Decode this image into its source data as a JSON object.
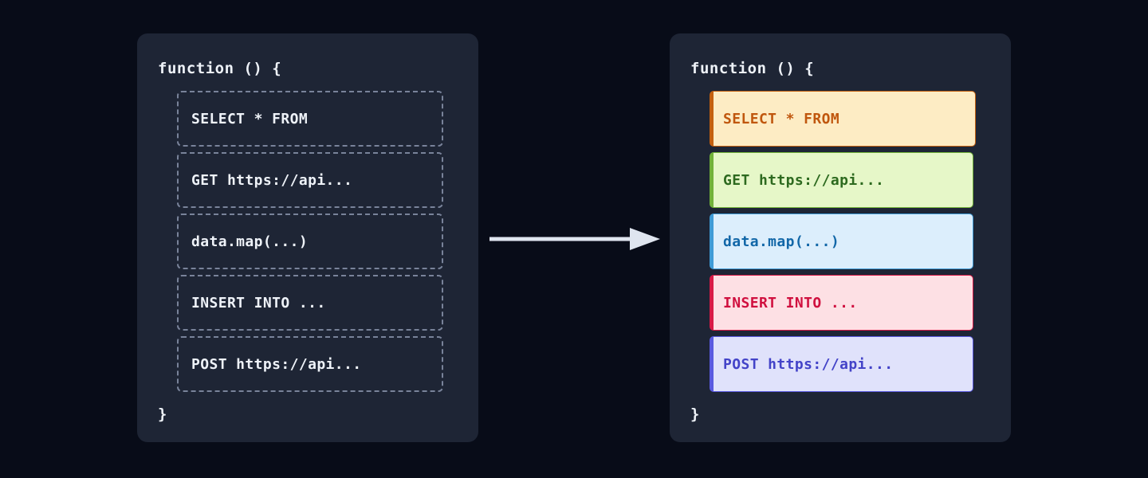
{
  "colors": {
    "page_background": "#080c18",
    "card_background": "#1e2535",
    "code_text": "#eef2f8",
    "dashed_border": "#79839a",
    "arrow": "#dfe5ef"
  },
  "left_panel": {
    "name": "plain-code-panel",
    "function_open": "function () {",
    "function_close": "}",
    "slots": [
      {
        "text": "SELECT * FROM"
      },
      {
        "text": "GET https://api..."
      },
      {
        "text": "data.map(...)"
      },
      {
        "text": "INSERT INTO ..."
      },
      {
        "text": "POST https://api..."
      }
    ]
  },
  "arrow": {
    "name": "transform-arrow",
    "direction": "right"
  },
  "right_panel": {
    "name": "highlighted-code-panel",
    "function_open": "function () {",
    "function_close": "}",
    "blocks": [
      {
        "text": "SELECT * FROM",
        "kind": "sql-select",
        "fill": "#fdecc4",
        "border": "#c4600f",
        "text_color": "#c0570e",
        "width": "wide"
      },
      {
        "text": "GET https://api...",
        "kind": "http-get",
        "fill": "#e6f7c8",
        "border": "#72b23a",
        "text_color": "#2d6a1f",
        "width": "narrow"
      },
      {
        "text": "data.map(...)",
        "kind": "js-transform",
        "fill": "#dceefc",
        "border": "#3f9bd6",
        "text_color": "#1267a8",
        "width": "narrow"
      },
      {
        "text": "INSERT INTO ...",
        "kind": "sql-insert",
        "fill": "#fde0e4",
        "border": "#d81b47",
        "text_color": "#d0103f",
        "width": "narrow"
      },
      {
        "text": "POST https://api...",
        "kind": "http-post",
        "fill": "#e0e2fb",
        "border": "#5a5ae0",
        "text_color": "#4343c8",
        "width": "narrow"
      }
    ]
  }
}
